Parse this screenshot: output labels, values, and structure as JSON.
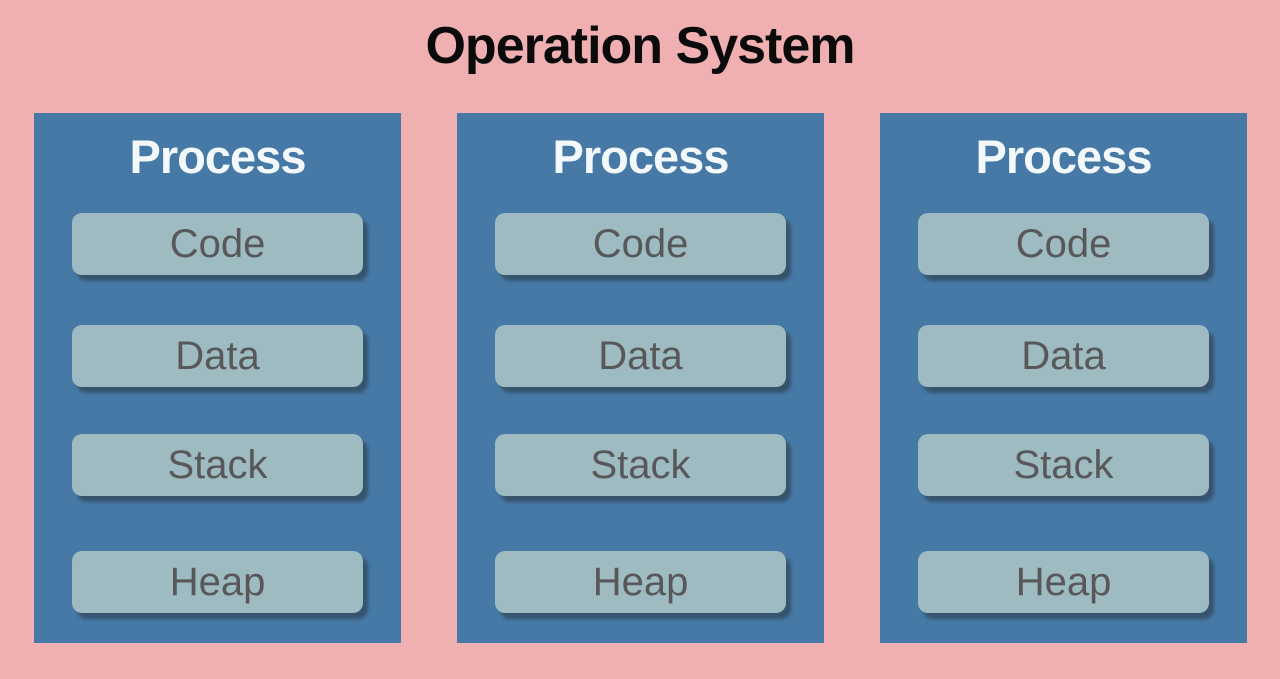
{
  "title": "Operation System",
  "colors": {
    "background": "#f0b0b2",
    "process_box": "#4679a6",
    "segment_box": "#9dbbc0",
    "segment_text": "#58585a",
    "process_title_text": "#f3f8fb",
    "title_text": "#0b0b0b",
    "segment_shadow": "rgba(42,54,63,0.55)"
  },
  "processes": [
    {
      "label": "Process",
      "segments": [
        "Code",
        "Data",
        "Stack",
        "Heap"
      ]
    },
    {
      "label": "Process",
      "segments": [
        "Code",
        "Data",
        "Stack",
        "Heap"
      ]
    },
    {
      "label": "Process",
      "segments": [
        "Code",
        "Data",
        "Stack",
        "Heap"
      ]
    }
  ]
}
